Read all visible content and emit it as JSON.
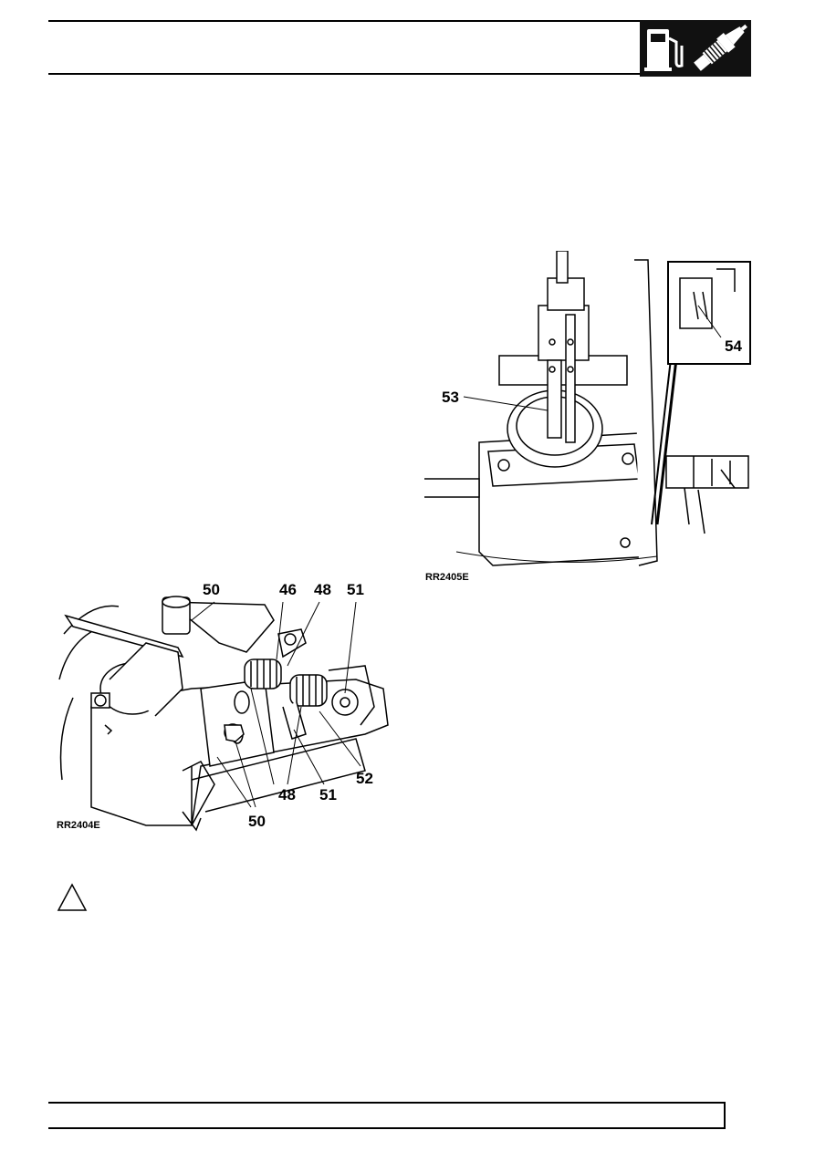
{
  "header": {
    "logo_icons": [
      "fuel-pump-icon",
      "spark-plug-icon"
    ]
  },
  "figure_left": {
    "reference": "RR2404E",
    "callouts": [
      "50",
      "46",
      "48",
      "51",
      "48",
      "51",
      "52",
      "50"
    ]
  },
  "figure_right": {
    "reference": "RR2405E",
    "callouts": [
      "53",
      "54"
    ]
  },
  "warning": {
    "icon": "warning-triangle-icon"
  }
}
